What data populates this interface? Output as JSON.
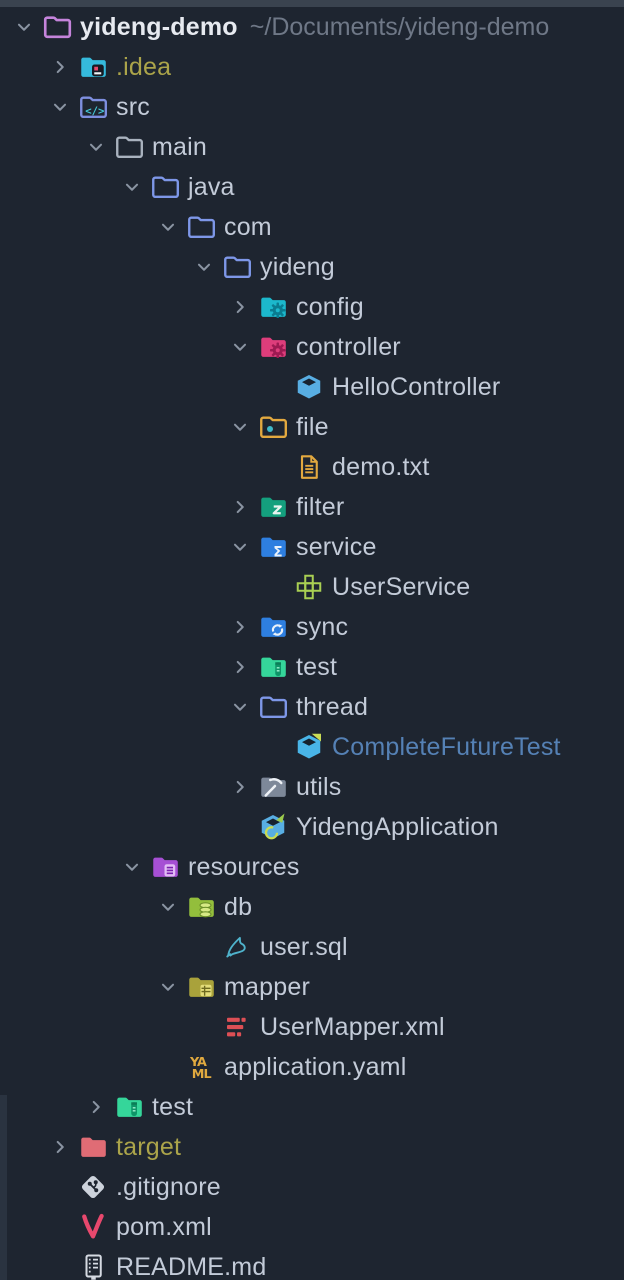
{
  "palette": {
    "background": "#1E2530",
    "top_divider": "#3A434F",
    "scroll_strip": "#2A3340",
    "chevron": "#8A94A2",
    "text_default": "#C3CBD8",
    "text_root": "#E7EAF0",
    "text_path": "#6F7887",
    "text_excluded": "#ABA44A",
    "text_modified": "#5581B5",
    "accent_purple": "#C584DB",
    "accent_cyan": "#35BADC",
    "accent_pink": "#DE3D7B",
    "accent_teal": "#1CB8CC",
    "accent_blue": "#2E7FE0",
    "accent_green": "#35D69A",
    "accent_olive": "#A9A23B",
    "accent_salmon": "#E06C75",
    "accent_orange": "#E3A93F"
  },
  "tree": {
    "rows": [
      {
        "label": "yideng-demo",
        "path": "~/Documents/yideng-demo",
        "level": 0,
        "chevron": "down",
        "icon": "project-folder-icon",
        "bold": true,
        "color": "root"
      },
      {
        "label": ".idea",
        "level": 1,
        "chevron": "right",
        "icon": "idea-folder-icon",
        "color": "excluded"
      },
      {
        "label": "src",
        "level": 1,
        "chevron": "down",
        "icon": "sources-root-icon",
        "color": "default"
      },
      {
        "label": "main",
        "level": 2,
        "chevron": "down",
        "icon": "folder-main-icon",
        "color": "default"
      },
      {
        "label": "java",
        "level": 3,
        "chevron": "down",
        "icon": "package-folder-icon",
        "color": "default"
      },
      {
        "label": "com",
        "level": 4,
        "chevron": "down",
        "icon": "package-folder-icon",
        "color": "default"
      },
      {
        "label": "yideng",
        "level": 5,
        "chevron": "down",
        "icon": "package-folder-icon",
        "color": "default"
      },
      {
        "label": "config",
        "level": 6,
        "chevron": "right",
        "icon": "config-package-icon",
        "color": "default"
      },
      {
        "label": "controller",
        "level": 6,
        "chevron": "down",
        "icon": "controller-package-icon",
        "color": "default"
      },
      {
        "label": "HelloController",
        "level": 7,
        "chevron": "none",
        "icon": "class-icon",
        "color": "default"
      },
      {
        "label": "file",
        "level": 6,
        "chevron": "down",
        "icon": "file-folder-icon",
        "color": "default"
      },
      {
        "label": "demo.txt",
        "level": 7,
        "chevron": "none",
        "icon": "text-file-icon",
        "color": "default"
      },
      {
        "label": "filter",
        "level": 6,
        "chevron": "right",
        "icon": "filter-package-icon",
        "color": "default"
      },
      {
        "label": "service",
        "level": 6,
        "chevron": "down",
        "icon": "service-package-icon",
        "color": "default"
      },
      {
        "label": "UserService",
        "level": 7,
        "chevron": "none",
        "icon": "interface-icon",
        "color": "default"
      },
      {
        "label": "sync",
        "level": 6,
        "chevron": "right",
        "icon": "sync-package-icon",
        "color": "default"
      },
      {
        "label": "test",
        "level": 6,
        "chevron": "right",
        "icon": "test-folder-icon",
        "color": "default"
      },
      {
        "label": "thread",
        "level": 6,
        "chevron": "down",
        "icon": "package-folder-icon",
        "color": "default"
      },
      {
        "label": "CompleteFutureTest",
        "level": 7,
        "chevron": "none",
        "icon": "test-class-icon",
        "color": "modified"
      },
      {
        "label": "utils",
        "level": 6,
        "chevron": "right",
        "icon": "utils-package-icon",
        "color": "default"
      },
      {
        "label": "YidengApplication",
        "level": 6,
        "chevron": "none",
        "icon": "spring-boot-class-icon",
        "color": "default"
      },
      {
        "label": "resources",
        "level": 3,
        "chevron": "down",
        "icon": "resources-root-icon",
        "color": "default"
      },
      {
        "label": "db",
        "level": 4,
        "chevron": "down",
        "icon": "db-folder-icon",
        "color": "default"
      },
      {
        "label": "user.sql",
        "level": 5,
        "chevron": "none",
        "icon": "mysql-file-icon",
        "color": "default"
      },
      {
        "label": "mapper",
        "level": 4,
        "chevron": "down",
        "icon": "mapper-folder-icon",
        "color": "default"
      },
      {
        "label": "UserMapper.xml",
        "level": 5,
        "chevron": "none",
        "icon": "mybatis-xml-icon",
        "color": "default"
      },
      {
        "label": "application.yaml",
        "level": 4,
        "chevron": "none",
        "icon": "yaml-file-icon",
        "color": "default"
      },
      {
        "label": "test",
        "level": 2,
        "chevron": "right",
        "icon": "test-folder-icon",
        "color": "default"
      },
      {
        "label": "target",
        "level": 1,
        "chevron": "right",
        "icon": "excluded-folder-icon",
        "color": "excluded"
      },
      {
        "label": ".gitignore",
        "level": 1,
        "chevron": "none",
        "icon": "gitignore-icon",
        "color": "default"
      },
      {
        "label": "pom.xml",
        "level": 1,
        "chevron": "none",
        "icon": "maven-icon",
        "color": "default"
      },
      {
        "label": "README.md",
        "level": 1,
        "chevron": "none",
        "icon": "markdown-icon",
        "color": "default"
      }
    ]
  }
}
